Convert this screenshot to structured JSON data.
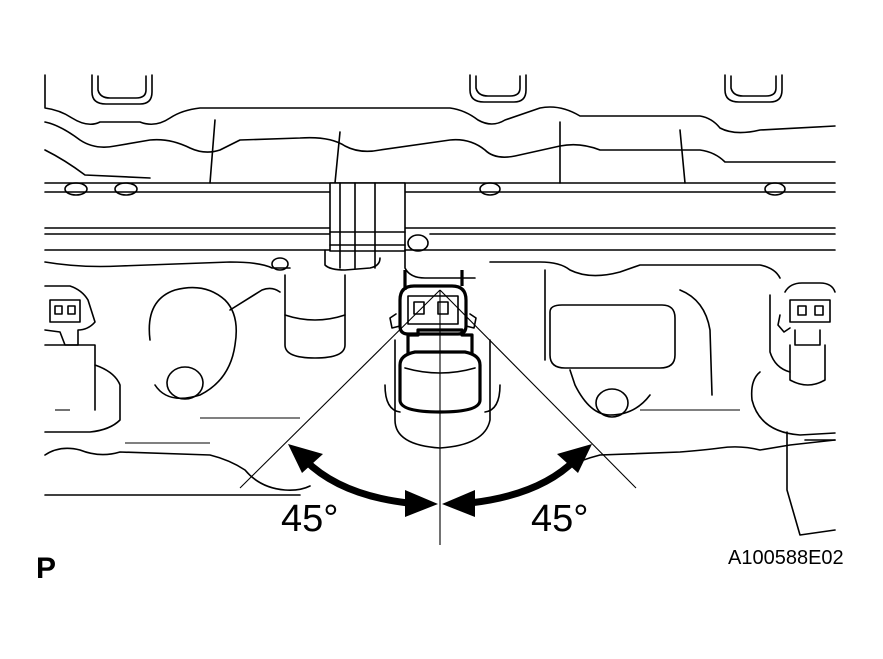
{
  "figure": {
    "angle_left": "45°",
    "angle_right": "45°",
    "view_marker": "P",
    "figure_id": "A100588E02"
  },
  "colors": {
    "line": "#000000",
    "background": "#ffffff"
  }
}
